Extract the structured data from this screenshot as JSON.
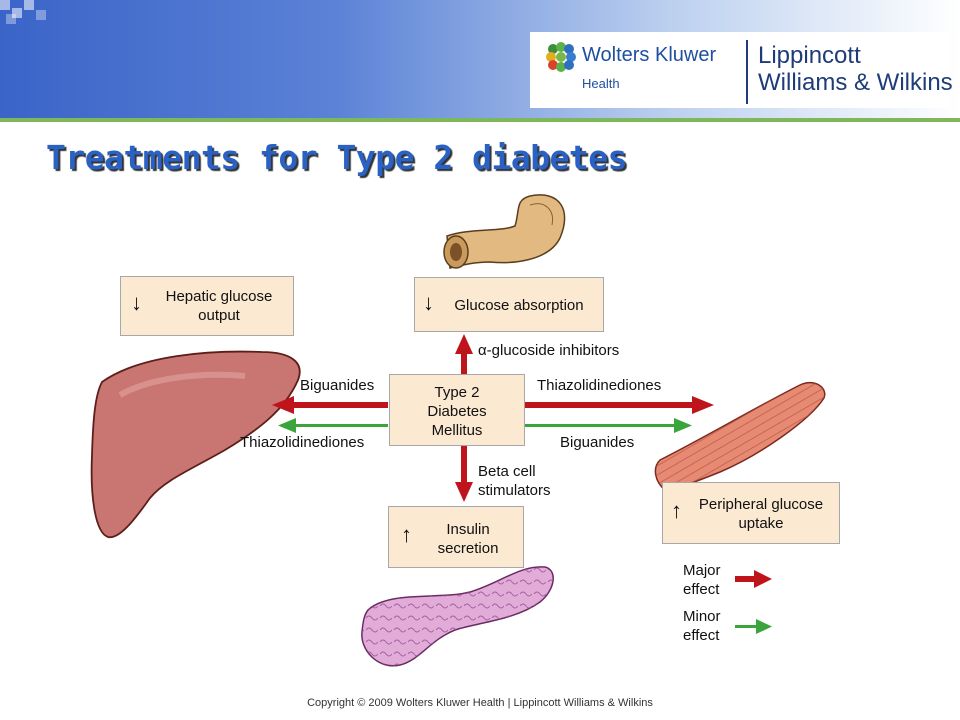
{
  "header": {
    "brand_name": "Wolters Kluwer",
    "brand_sub": "Health",
    "partner_line1": "Lippincott",
    "partner_line2": "Williams & Wilkins"
  },
  "title": "Treatments for Type 2 diabetes",
  "center_box": {
    "line1": "Type 2",
    "line2": "Diabetes",
    "line3": "Mellitus"
  },
  "boxes": {
    "hepatic": {
      "line1": "Hepatic glucose",
      "line2": "output",
      "direction_icon": "down-arrow-icon"
    },
    "absorption": {
      "line1": "Glucose absorption",
      "direction_icon": "down-arrow-icon"
    },
    "insulin": {
      "line1": "Insulin",
      "line2": "secretion",
      "direction_icon": "up-arrow-icon"
    },
    "peripheral": {
      "line1": "Peripheral glucose",
      "line2": "uptake",
      "direction_icon": "up-arrow-icon"
    }
  },
  "arrow_labels": {
    "alpha_glucosidase": "α-glucoside inhibitors",
    "biguanides_left": "Biguanides",
    "thiazolidinediones_left": "Thiazolidinediones",
    "thiazolidinediones_right": "Thiazolidinediones",
    "biguanides_right": "Biguanides",
    "beta_cell_line1": "Beta cell",
    "beta_cell_line2": "stimulators"
  },
  "legend": {
    "major_line1": "Major",
    "major_line2": "effect",
    "minor_line1": "Minor",
    "minor_line2": "effect"
  },
  "organs": [
    "intestine-icon",
    "liver-icon",
    "muscle-icon",
    "pancreas-icon"
  ],
  "colors": {
    "major": "#c0141c",
    "minor": "#3aa53a",
    "box_fill": "#fbe9d2",
    "title": "#2962c4"
  },
  "footer": "Copyright © 2009 Wolters Kluwer Health | Lippincott Williams & Wilkins"
}
